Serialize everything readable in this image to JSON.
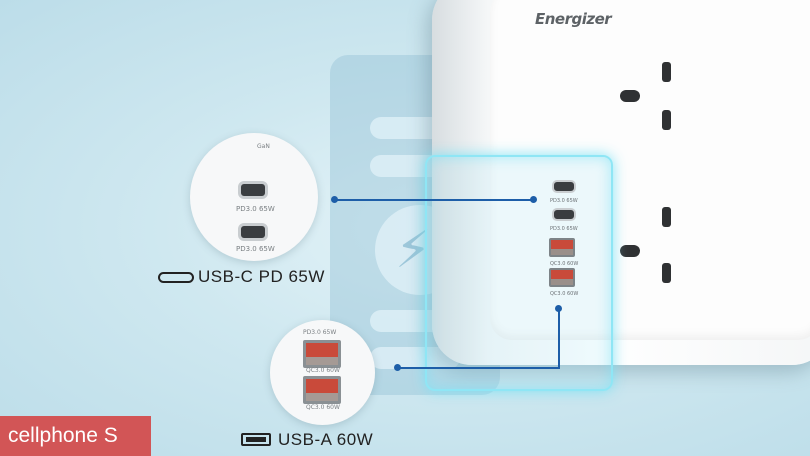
{
  "brand": {
    "logo_text": "Energizer"
  },
  "ports": {
    "usb_c": {
      "caption": "USB-C PD 65W",
      "ports": [
        "PD3.0 65W",
        "PD3.0 65W"
      ],
      "badge": "GaN"
    },
    "usb_a": {
      "caption": "USB-A 60W",
      "ports": [
        "PD3.0 65W",
        "QC3.0 60W",
        "QC3.0 60W"
      ]
    }
  },
  "strip_port_labels": [
    "PD3.0 65W",
    "PD3.0 65W",
    "QC3.0 60W",
    "QC3.0 60W"
  ],
  "watermark": {
    "text": "cellphone S"
  },
  "colors": {
    "accent_line": "#1d5ea8",
    "watermark_bg": "#d25556",
    "highlight": "#8fe6f5"
  },
  "icons": [
    "usb-c-icon",
    "usb-a-icon",
    "lightning-icon"
  ]
}
